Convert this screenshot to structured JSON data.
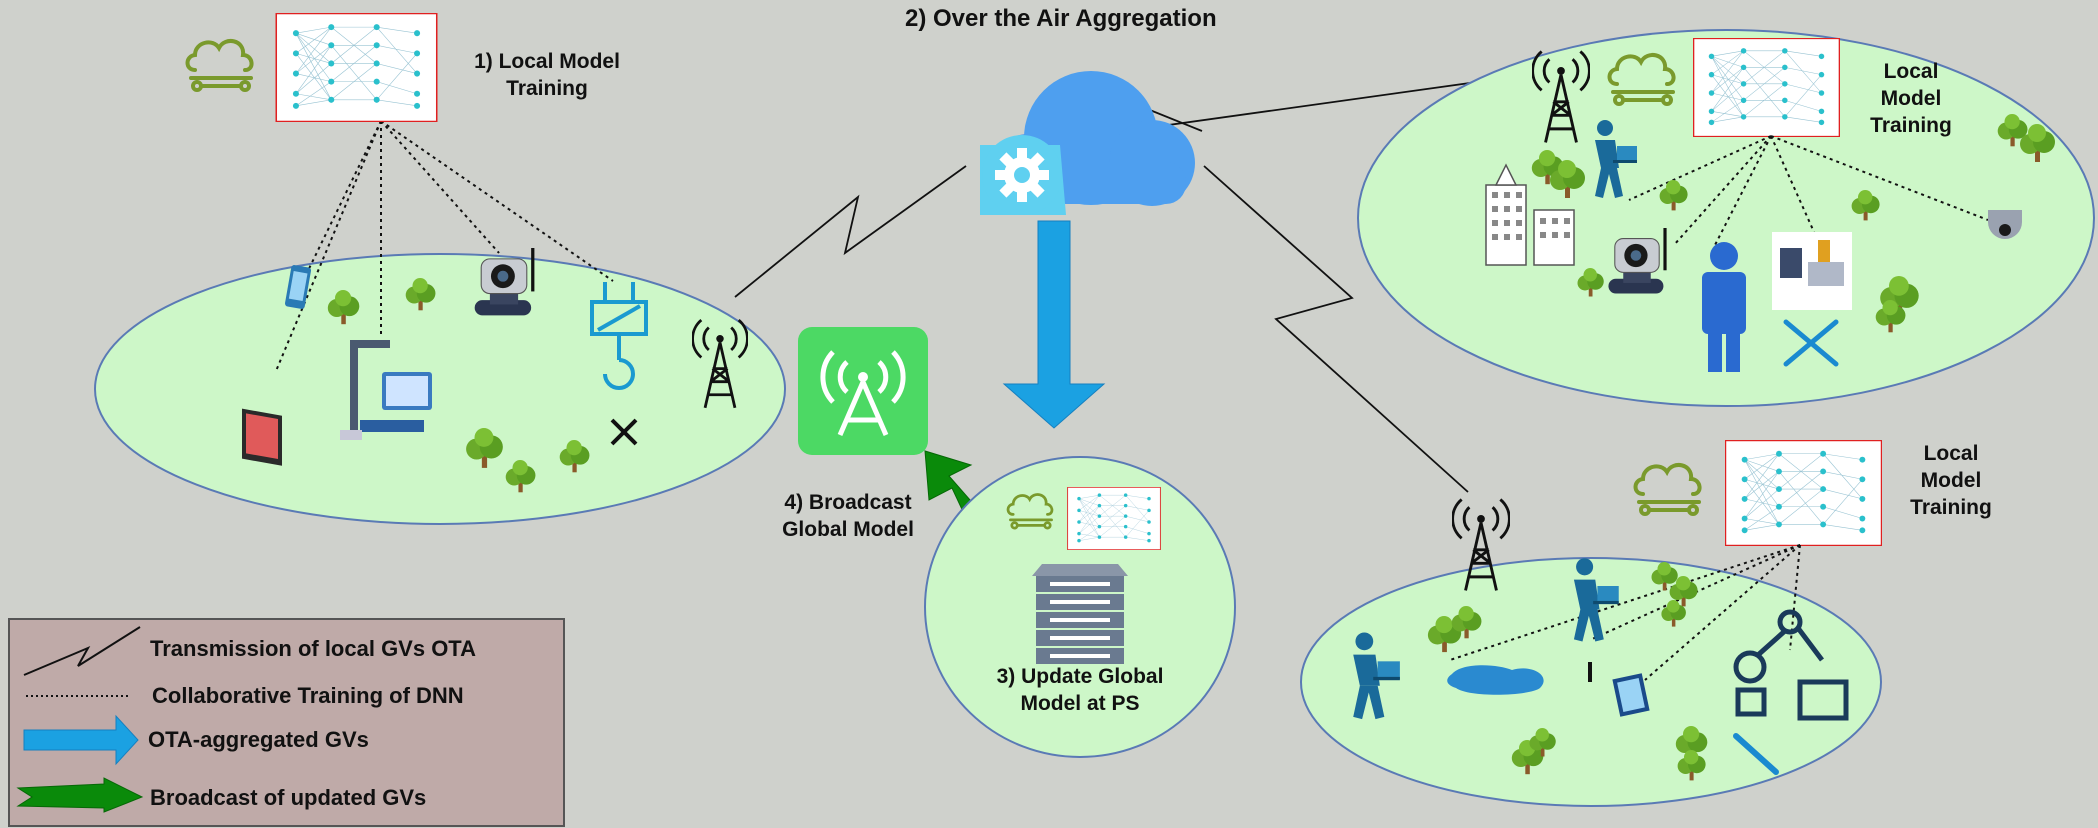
{
  "title": "2) Over the Air Aggregation",
  "steps": {
    "local_training_1": "1) Local Model Training",
    "local_training_2": "Local Model Training",
    "local_training_3": "Local Model Training",
    "update_global": "3) Update Global Model at PS",
    "broadcast": "4) Broadcast Global Model"
  },
  "legend": {
    "items": [
      {
        "label": "Transmission of local GVs OTA",
        "icon": "lightning-link-icon"
      },
      {
        "label": "Collaborative Training of DNN",
        "icon": "dotted-line-icon"
      },
      {
        "label": "OTA-aggregated GVs",
        "icon": "blue-arrow-icon"
      },
      {
        "label": "Broadcast of updated GVs",
        "icon": "green-arrow-icon"
      }
    ]
  },
  "colors": {
    "background": "#cfd1cc",
    "cluster_fill": "#cdf7c8",
    "cluster_stroke": "#5a7ab5",
    "legend_fill": "#bfaaa8",
    "ota_arrow": "#1ba1e2",
    "broadcast_arrow": "#0a8a0a",
    "cloud": "#4e9fef",
    "nn_box_stroke": "#e02020",
    "tower_green": "#4cd964"
  }
}
